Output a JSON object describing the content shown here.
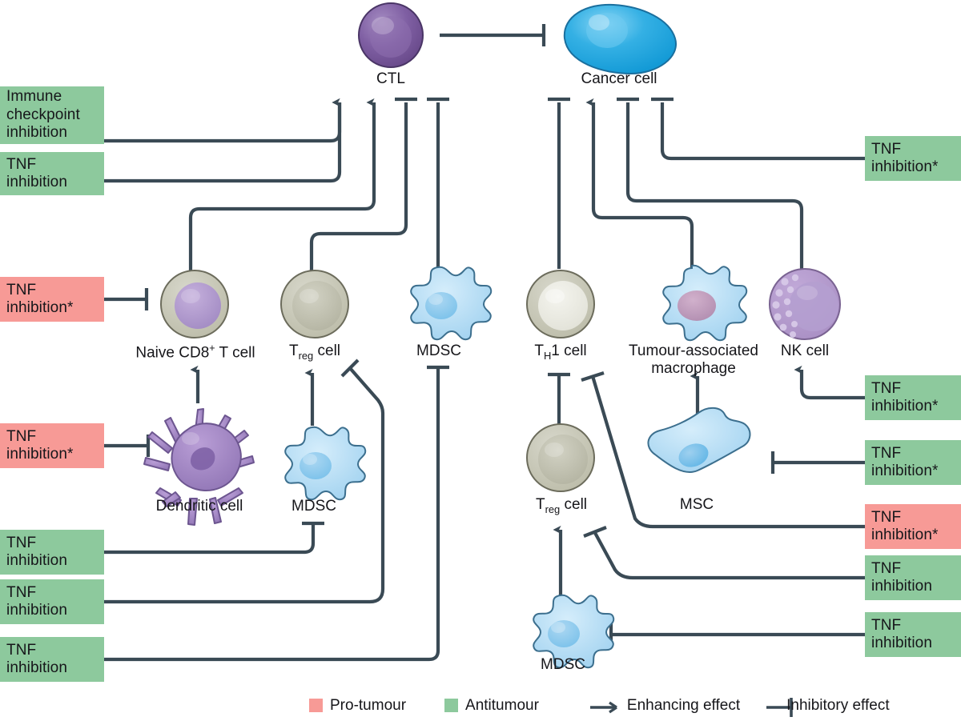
{
  "diagram": {
    "title": "TNF inhibition effects on anti-tumour immunity",
    "colors": {
      "antitumour": "#8dc99d",
      "protumour": "#f79a96",
      "connector": "#3a4a55",
      "cancer_cell": "#28a8e0",
      "ctl": "#7b5a9e",
      "nk_cell": "#a98fc4",
      "mdsc": "#aed8f2",
      "treg": "#c3c3b4",
      "dendritic": "#9b7fbe"
    }
  },
  "cells": {
    "ctl": "CTL",
    "cancer": "Cancer cell",
    "naive_cd8": "Naive CD8",
    "naive_cd8_sup": "+",
    "naive_cd8_tail": " T cell",
    "treg_left": "T",
    "treg_sub": "reg",
    "treg_tail": " cell",
    "mdsc_top": "MDSC",
    "th1_pre": "T",
    "th1_sub": "H",
    "th1_tail": "1 cell",
    "tam_line1": "Tumour-associated",
    "tam_line2": "macrophage",
    "nk": "NK cell",
    "dendritic": "Dendritic cell",
    "mdsc_mid_left": "MDSC",
    "treg_right": "T",
    "treg_right_sub": "reg",
    "treg_right_tail": " cell",
    "msc": "MSC",
    "mdsc_bottom": "MDSC"
  },
  "boxes": {
    "left": [
      {
        "id": "immune-checkpoint-inhibition",
        "label": "Immune\ncheckpoint\ninhibition",
        "lines": [
          "Immune",
          "checkpoint",
          "inhibition"
        ],
        "type": "antitumour"
      },
      {
        "id": "tnf-inhibition-ctl",
        "label": "TNF\ninhibition",
        "lines": [
          "TNF",
          "inhibition"
        ],
        "type": "antitumour"
      },
      {
        "id": "tnf-inhibition-naive-cd8",
        "label": "TNF\ninhibition*",
        "lines": [
          "TNF",
          "inhibition*"
        ],
        "type": "protumour"
      },
      {
        "id": "tnf-inhibition-dendritic",
        "label": "TNF\ninhibition*",
        "lines": [
          "TNF",
          "inhibition*"
        ],
        "type": "protumour"
      },
      {
        "id": "tnf-inhibition-mdsc-mid",
        "label": "TNF\ninhibition",
        "lines": [
          "TNF",
          "inhibition"
        ],
        "type": "antitumour"
      },
      {
        "id": "tnf-inhibition-treg-left",
        "label": "TNF\ninhibition",
        "lines": [
          "TNF",
          "inhibition"
        ],
        "type": "antitumour"
      },
      {
        "id": "tnf-inhibition-mdsc-top",
        "label": "TNF\ninhibition",
        "lines": [
          "TNF",
          "inhibition"
        ],
        "type": "antitumour"
      }
    ],
    "right": [
      {
        "id": "tnf-inhibition-cancer",
        "label": "TNF\ninhibition*",
        "lines": [
          "TNF",
          "inhibition*"
        ],
        "type": "antitumour"
      },
      {
        "id": "tnf-inhibition-nk",
        "label": "TNF\ninhibition*",
        "lines": [
          "TNF",
          "inhibition*"
        ],
        "type": "antitumour"
      },
      {
        "id": "tnf-inhibition-msc",
        "label": "TNF\ninhibition*",
        "lines": [
          "TNF",
          "inhibition*"
        ],
        "type": "antitumour"
      },
      {
        "id": "tnf-inhibition-tam",
        "label": "TNF\ninhibition*",
        "lines": [
          "TNF",
          "inhibition*"
        ],
        "type": "protumour"
      },
      {
        "id": "tnf-inhibition-th1",
        "label": "TNF\ninhibition",
        "lines": [
          "TNF",
          "inhibition"
        ],
        "type": "antitumour"
      },
      {
        "id": "tnf-inhibition-mdsc-bottom",
        "label": "TNF\ninhibition",
        "lines": [
          "TNF",
          "inhibition"
        ],
        "type": "antitumour"
      }
    ]
  },
  "legend": {
    "protumour": "Pro-tumour",
    "antitumour": "Antitumour",
    "enhancing": "Enhancing effect",
    "inhibitory": "Inhibitory effect"
  }
}
